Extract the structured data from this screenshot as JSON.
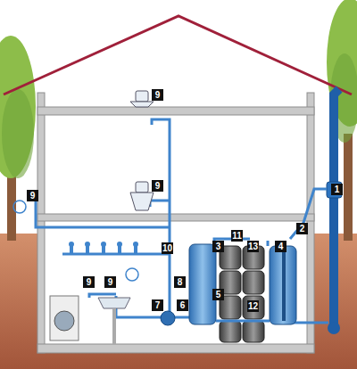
{
  "diagram": {
    "labels": [
      "9",
      "9",
      "9",
      "1",
      "2",
      "11",
      "3",
      "13",
      "4",
      "10",
      "9",
      "9",
      "8",
      "5",
      "6",
      "12",
      "7"
    ]
  }
}
